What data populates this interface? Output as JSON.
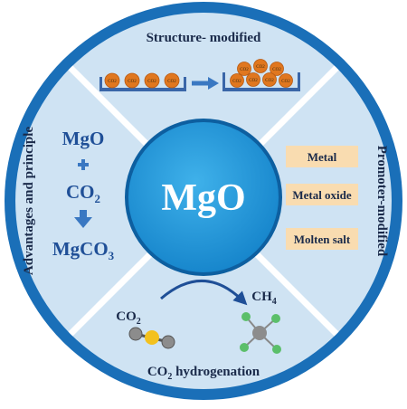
{
  "colors": {
    "outer_ring": "#1a6fb8",
    "quadrant_fill": "#cfe3f3",
    "divider": "#ffffff",
    "center_fill": "#1e96d8",
    "center_border": "#0d5fa0",
    "text_dark": "#1a2a4a",
    "text_blue": "#1f4f97",
    "arrow_blue": "#3a78c2",
    "promoter_box": "#f9dcb0",
    "particle": "#e0771f",
    "tray": "#3a66a8",
    "molecule_grey": "#8c8c8c",
    "molecule_yellow": "#f3c11e",
    "molecule_green": "#5bbf6a"
  },
  "center": {
    "label": "MgO"
  },
  "top": {
    "title": "Structure- modified",
    "particle_label": "CO2"
  },
  "right": {
    "title": "Promoter-modified",
    "items": [
      "Metal",
      "Metal oxide",
      "Molten salt"
    ]
  },
  "left": {
    "title": "Advantages and principle",
    "reaction": {
      "reactant1": "MgO",
      "reactant2": "CO",
      "product": "MgCO",
      "plus": "+"
    }
  },
  "bottom": {
    "title_prefix": "CO",
    "title_suffix": " hydrogenation",
    "reactant_prefix": "CO",
    "product_prefix": "CH",
    "subscript_2": "2",
    "subscript_3": "3",
    "subscript_4": "4"
  }
}
